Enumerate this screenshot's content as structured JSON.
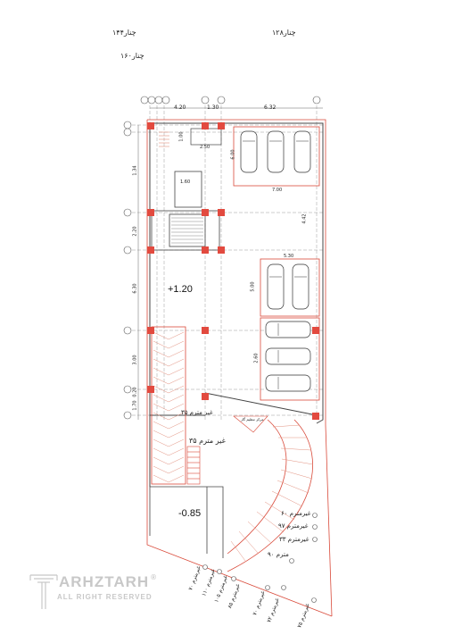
{
  "site_labels": {
    "label_144": "چنار۱۴۴",
    "label_128": "چنار۱۲۸",
    "label_160": "چنار۱۶۰"
  },
  "levels": {
    "upper": "+1.20",
    "lower": "-0.85"
  },
  "dimensions": {
    "top_1": "4.20",
    "top_2": "1.30",
    "top_3": "6.32",
    "inner_100": "1.00",
    "inner_160": "1.60",
    "inner_250": "2.50",
    "inner_600": "6.00",
    "inner_700": "7.00",
    "inner_442": "4.42",
    "inner_530": "5.30",
    "inner_500": "5.00",
    "inner_260": "2.60",
    "left_134": "1.34",
    "left_220": "2.20",
    "left_630": "6.30",
    "left_300": "3.00",
    "left_020": "0.20",
    "left_170": "1.70"
  },
  "annotations": {
    "a_35_center": "غیر مترم ۳۵",
    "a_35_lower": "غیر مترم ۳۵",
    "a_small": "مرکز تنظیم گاز",
    "a_60": "غیرمترم ۶۰",
    "a_97": "غیرمترم ۹۷",
    "a_33": "غیرمترم ۳۳",
    "a_90": "مترم ۹۰",
    "b_70": "غیرمترم ۷۰",
    "b_110": "غیرمترم ۱۱۰",
    "b_105": "غیرمترم ۱۰۵",
    "b_85": "غیرمترم ۸۵",
    "b_70b": "غیرمترم ۷۰",
    "b_75": "غیرمترم ۷۵",
    "b_72": "غیرمترم ۷۲"
  },
  "watermark": {
    "title": "ARHZTARH",
    "subtitle": "ALL RIGHT RESERVED",
    "mark": "®"
  },
  "colors": {
    "line": "#444444",
    "red": "#d94a3a",
    "column": "#e24a3f",
    "hatch": "#e3917f",
    "grid": "#9a9a9a"
  }
}
